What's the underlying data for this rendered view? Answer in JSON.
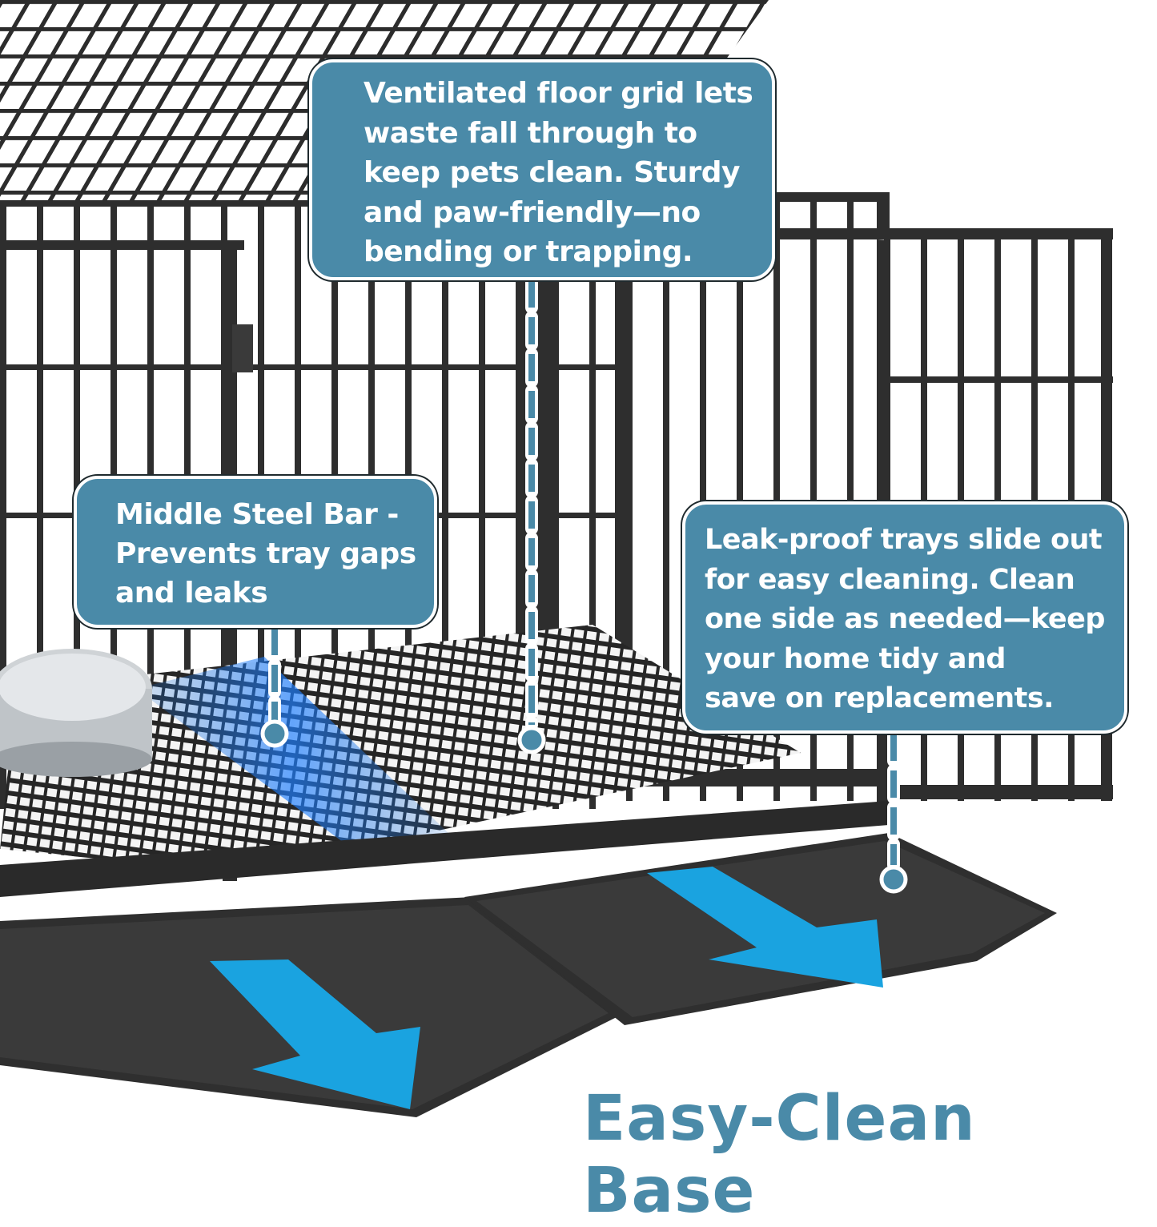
{
  "title": "Easy-Clean Base",
  "callouts": {
    "floor_grid": "Ventilated floor grid lets\nwaste fall through to\nkeep pets clean. Sturdy\nand paw-friendly—no\nbending or trapping.",
    "middle_bar": "Middle Steel Bar -\nPrevents tray gaps\nand leaks",
    "trays": "Leak-proof trays slide out\nfor easy cleaning. Clean\none side as needed—keep\nyour home tidy and\nsave on replacements."
  },
  "colors": {
    "accent": "#4a8aa8",
    "arrow": "#1aa3e0",
    "cage": "#2a2a2a",
    "tray": "#333333",
    "background": "#ffffff"
  }
}
